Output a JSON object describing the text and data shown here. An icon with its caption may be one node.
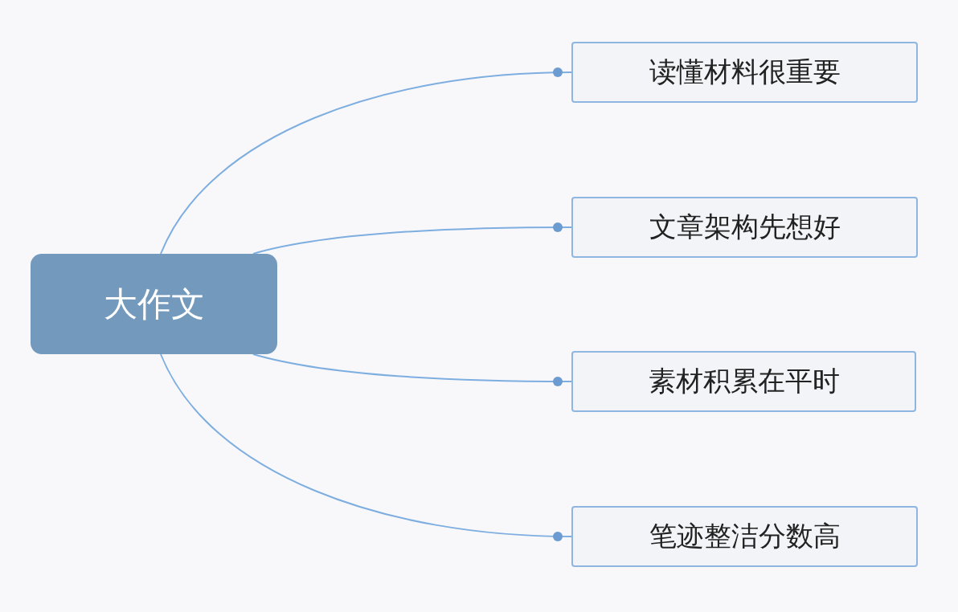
{
  "diagram": {
    "nodes": [
      {
        "text": [
          "大作文"
        ]
      },
      {
        "text": [
          "读懂材料很重要"
        ]
      },
      {
        "text": [
          "文章架构先想好"
        ]
      },
      {
        "text": [
          "素材积累在平时"
        ]
      },
      {
        "text": [
          "笔迹整洁分数高"
        ]
      }
    ],
    "edges": [
      {
        "from": 0,
        "to": 1,
        "arrow": "other"
      },
      {
        "from": 0,
        "to": 2,
        "arrow": "other"
      },
      {
        "from": 0,
        "to": 3,
        "arrow": "other"
      },
      {
        "from": 0,
        "to": 4,
        "arrow": "other"
      }
    ]
  }
}
